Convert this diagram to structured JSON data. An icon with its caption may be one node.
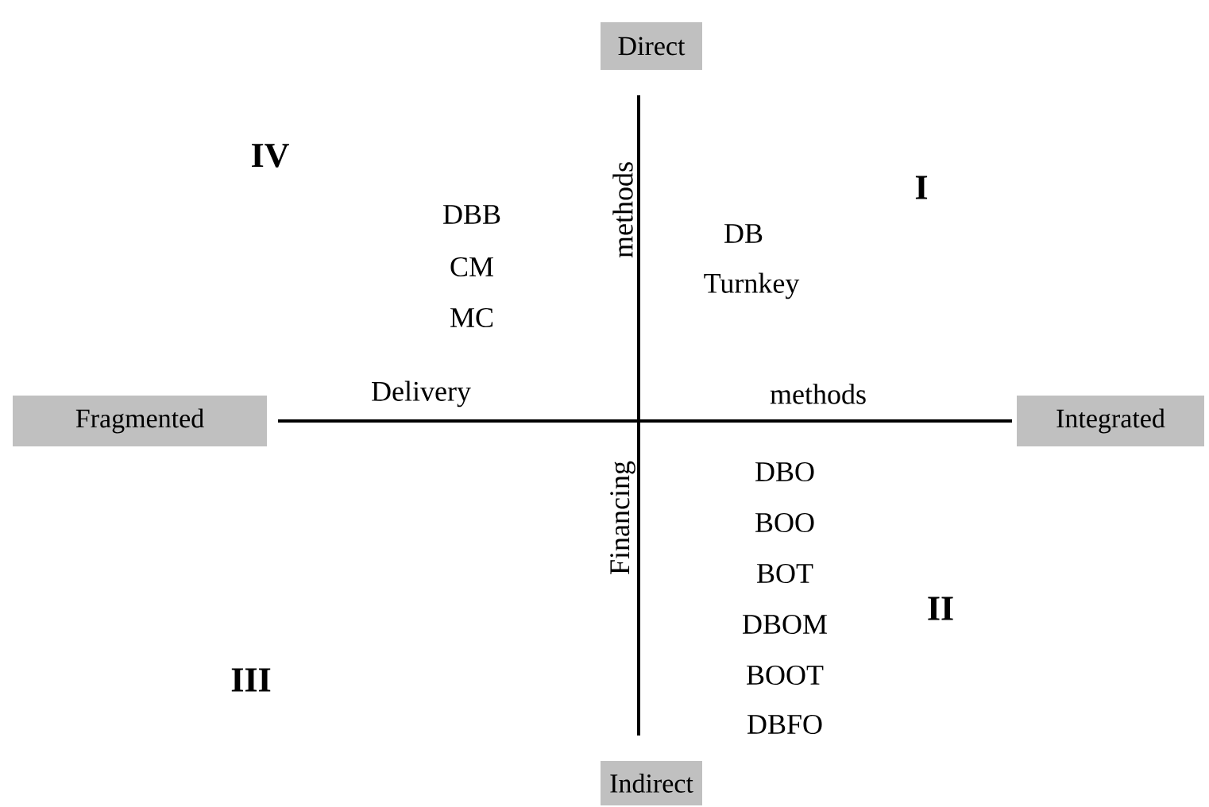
{
  "diagram": {
    "nodes": [
      {
        "text": [
          "Direct"
        ]
      },
      {
        "text": [
          "Fragmented"
        ]
      },
      {
        "text": [
          "Integrated"
        ]
      },
      {
        "text": [
          "Indirect"
        ]
      }
    ],
    "labels": [
      "IV",
      "I",
      "DBB",
      "CM",
      "MC",
      "DB",
      "Turnkey",
      "Delivery",
      "methods",
      "methods",
      "Financing",
      "DBO",
      "BOO",
      "BOT",
      "DBOM",
      "BOOT",
      "DBFO",
      "II",
      "III"
    ]
  }
}
